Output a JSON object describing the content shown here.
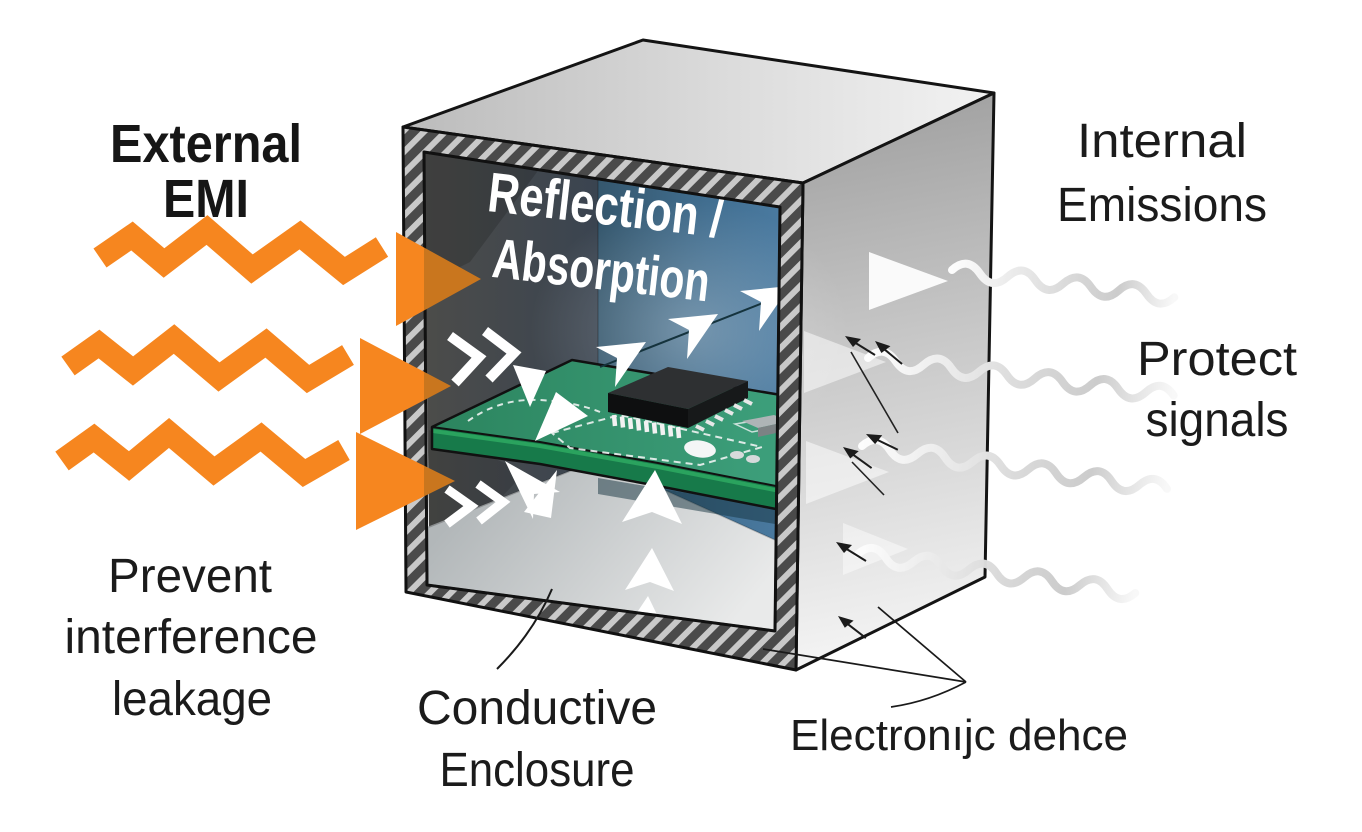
{
  "diagram": {
    "labels": {
      "external_emi_1": "External",
      "external_emi_2": "EMI",
      "reflection_1": "Reflection /",
      "reflection_2": "Absorption",
      "internal_1": "Internal",
      "internal_2": "Emissions",
      "protect_1": "Protect",
      "protect_2": "signals",
      "prevent_1": "Prevent",
      "prevent_2": "interference",
      "prevent_3": "leakage",
      "conductive_1": "Conductive",
      "conductive_2": "Enclosure",
      "electronic_device": "Electronıjc dehce"
    },
    "colors": {
      "emi_arrow_orange": "#F6861F",
      "emi_arrow_orange_inside": "#C9761E",
      "enclosure_gray_light": "#e9e9e9",
      "enclosure_gray_dark": "#a8a8a8",
      "shield_frame_dark": "#4a4a4a",
      "shield_frame_stripe": "#c9c9c9",
      "interior_wall_dark": "#44484c",
      "interior_wall_blue": "#3f6b8e",
      "floor_gray": "#c7cbcc",
      "pcb_green": "#2f8a67",
      "pcb_edge_green": "#177a4a",
      "chip_black": "#1a1c1d",
      "reflection_arrow_white": "#ffffff",
      "emission_wave_gray": "#c6c6c6",
      "text_black": "#1b1b1b"
    }
  }
}
